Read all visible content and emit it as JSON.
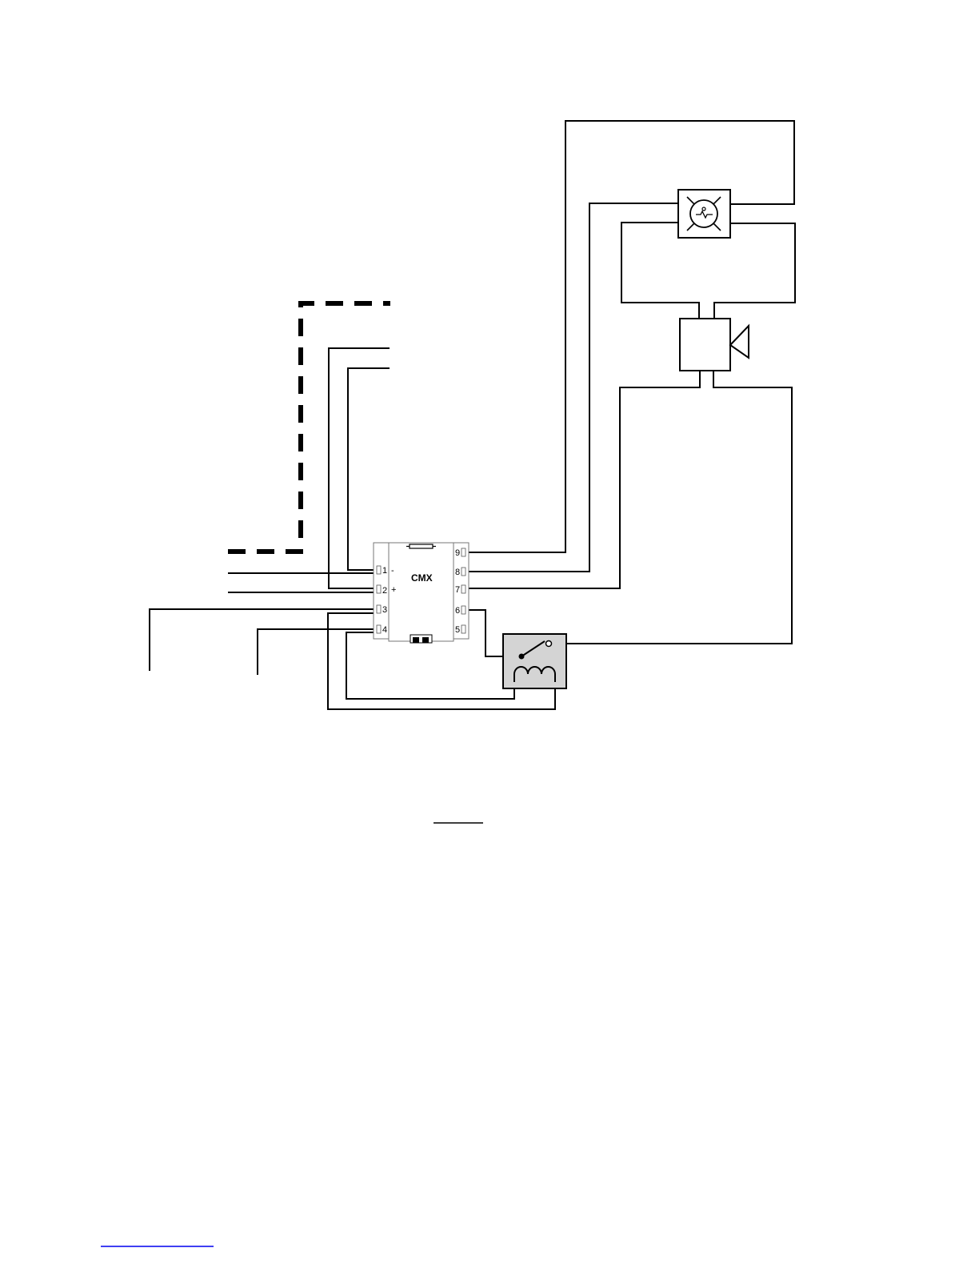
{
  "module": {
    "name": "CMX",
    "terminals_left": [
      "1",
      "2",
      "3",
      "4"
    ],
    "terminals_right": [
      "9",
      "8",
      "7",
      "6",
      "5"
    ],
    "polarity": {
      "negative": "-",
      "positive": "+"
    }
  },
  "components": {
    "motion_detector_icon": "motion-detector-icon",
    "siren_icon": "siren-icon",
    "relay_icon": "relay-icon"
  },
  "colors": {
    "line": "#000000",
    "relay_fill": "#d4d4d4",
    "module_border": "#777777",
    "link": "#0000ee"
  }
}
